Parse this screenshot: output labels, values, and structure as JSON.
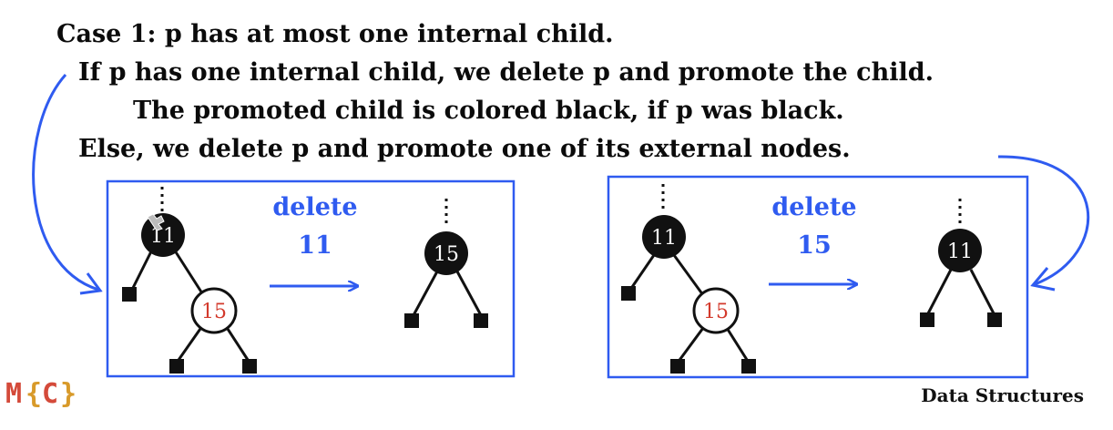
{
  "heading": {
    "line1": "Case 1: p has at most one internal child.",
    "line2": "If p has one internal child, we delete p and promote the child.",
    "line3": "The promoted child is colored black, if p was black.",
    "line4": "Else, we delete p and promote one of its external nodes."
  },
  "example1": {
    "op_label": "delete",
    "op_value": "11",
    "before": {
      "parent": "11",
      "child": "15"
    },
    "after": {
      "root": "15"
    }
  },
  "example2": {
    "op_label": "delete",
    "op_value": "15",
    "before": {
      "parent": "11",
      "child": "15"
    },
    "after": {
      "root": "11"
    }
  },
  "footer": {
    "course": "Data Structures",
    "logo": {
      "left": "M",
      "right": "C",
      "braces_left": "{",
      "braces_right": "}"
    }
  },
  "colors": {
    "accent_blue": "#2f5bf0",
    "node_black": "#111111",
    "node_red_text": "#d33a2c"
  }
}
